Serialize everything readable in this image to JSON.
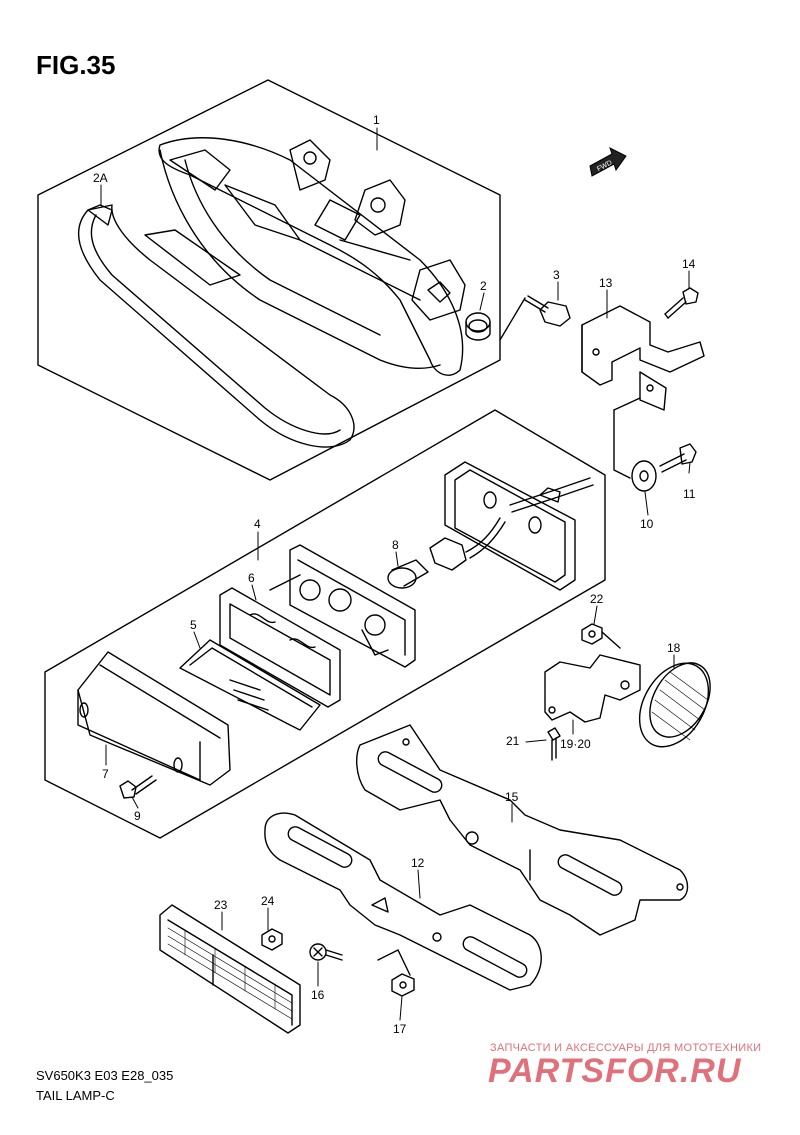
{
  "figure": {
    "title": "FIG.35"
  },
  "footer": {
    "model_code": "SV650K3 E03 E28_035",
    "section_name": "TAIL LAMP-C"
  },
  "direction_badge": {
    "label": "FWD"
  },
  "watermark": {
    "caption": "ЗАПЧАСТИ И АКСЕССУАРЫ ДЛЯ МОТОТЕХНИКИ",
    "logo": "PARTSFOR.RU",
    "color": "#e0707a"
  },
  "parts": [
    {
      "id": "p1",
      "label": "1"
    },
    {
      "id": "p2a",
      "label": "2A"
    },
    {
      "id": "p2",
      "label": "2"
    },
    {
      "id": "p3",
      "label": "3"
    },
    {
      "id": "p13",
      "label": "13"
    },
    {
      "id": "p14",
      "label": "14"
    },
    {
      "id": "p11",
      "label": "11"
    },
    {
      "id": "p10",
      "label": "10"
    },
    {
      "id": "p4",
      "label": "4"
    },
    {
      "id": "p8",
      "label": "8"
    },
    {
      "id": "p6",
      "label": "6"
    },
    {
      "id": "p5",
      "label": "5"
    },
    {
      "id": "p7",
      "label": "7"
    },
    {
      "id": "p9",
      "label": "9"
    },
    {
      "id": "p22",
      "label": "22"
    },
    {
      "id": "p18",
      "label": "18"
    },
    {
      "id": "p21",
      "label": "21"
    },
    {
      "id": "p19-20",
      "label": "19·20"
    },
    {
      "id": "p15",
      "label": "15"
    },
    {
      "id": "p12",
      "label": "12"
    },
    {
      "id": "p23",
      "label": "23"
    },
    {
      "id": "p24",
      "label": "24"
    },
    {
      "id": "p16",
      "label": "16"
    },
    {
      "id": "p17",
      "label": "17"
    }
  ]
}
